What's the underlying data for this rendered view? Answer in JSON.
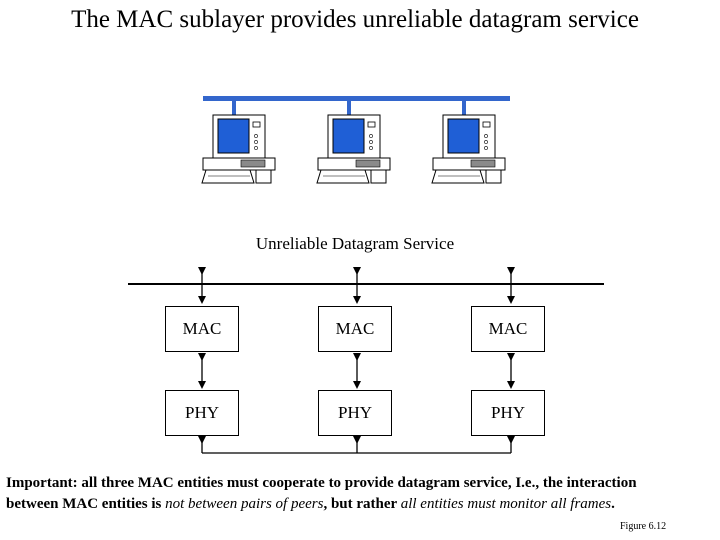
{
  "title": "The MAC sublayer provides unreliable datagram service",
  "service_label": "Unreliable Datagram Service",
  "entities": [
    {
      "mac": "MAC",
      "phy": "PHY"
    },
    {
      "mac": "MAC",
      "phy": "PHY"
    },
    {
      "mac": "MAC",
      "phy": "PHY"
    }
  ],
  "note": {
    "line1": "Important: all three MAC entities must cooperate to provide datagram service, I.e., the interaction",
    "line2_a": "between MAC entities is ",
    "line2_b": "not between pairs of peers",
    "line2_c": ", but rather ",
    "line2_d": "all entities must monitor all frames",
    "line2_e": "."
  },
  "figure_label": "Figure 6.12",
  "colors": {
    "bus": "#3366cc",
    "screen": "#1f5fd6",
    "line": "#000000"
  },
  "icons": [
    "computer-icon",
    "computer-icon",
    "computer-icon"
  ]
}
